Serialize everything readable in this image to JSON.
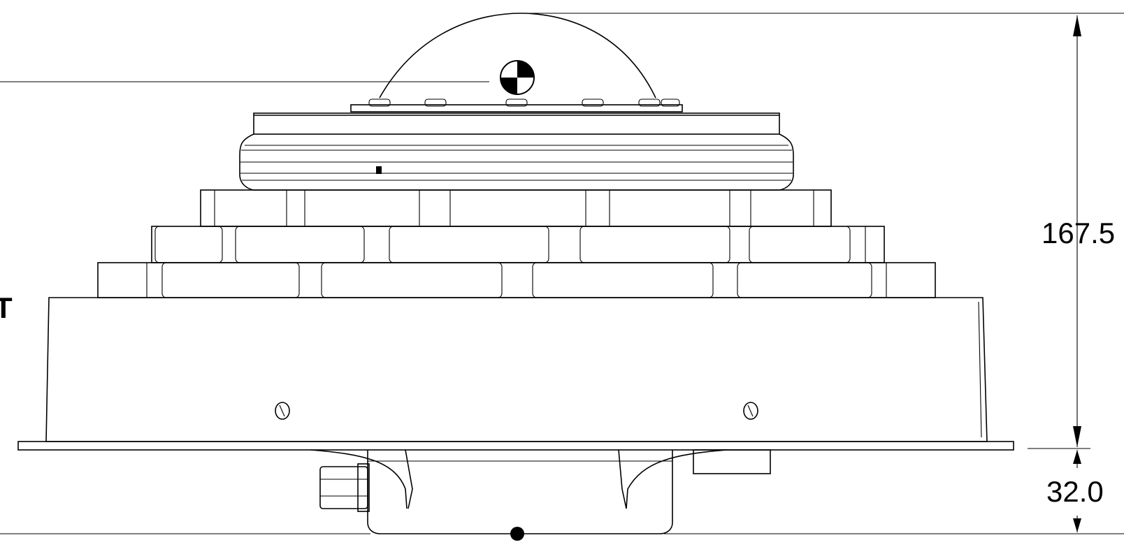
{
  "drawing": {
    "dimensions": [
      {
        "id": "overall_height",
        "label": "167.5"
      },
      {
        "id": "lower_height",
        "label": "32.0"
      }
    ],
    "left_edge_fragment": "T"
  },
  "colors": {
    "line": "#000000",
    "background": "#ffffff"
  },
  "icons": [
    "center-of-gravity-symbol",
    "hole-mark",
    "dimension-arrow"
  ]
}
